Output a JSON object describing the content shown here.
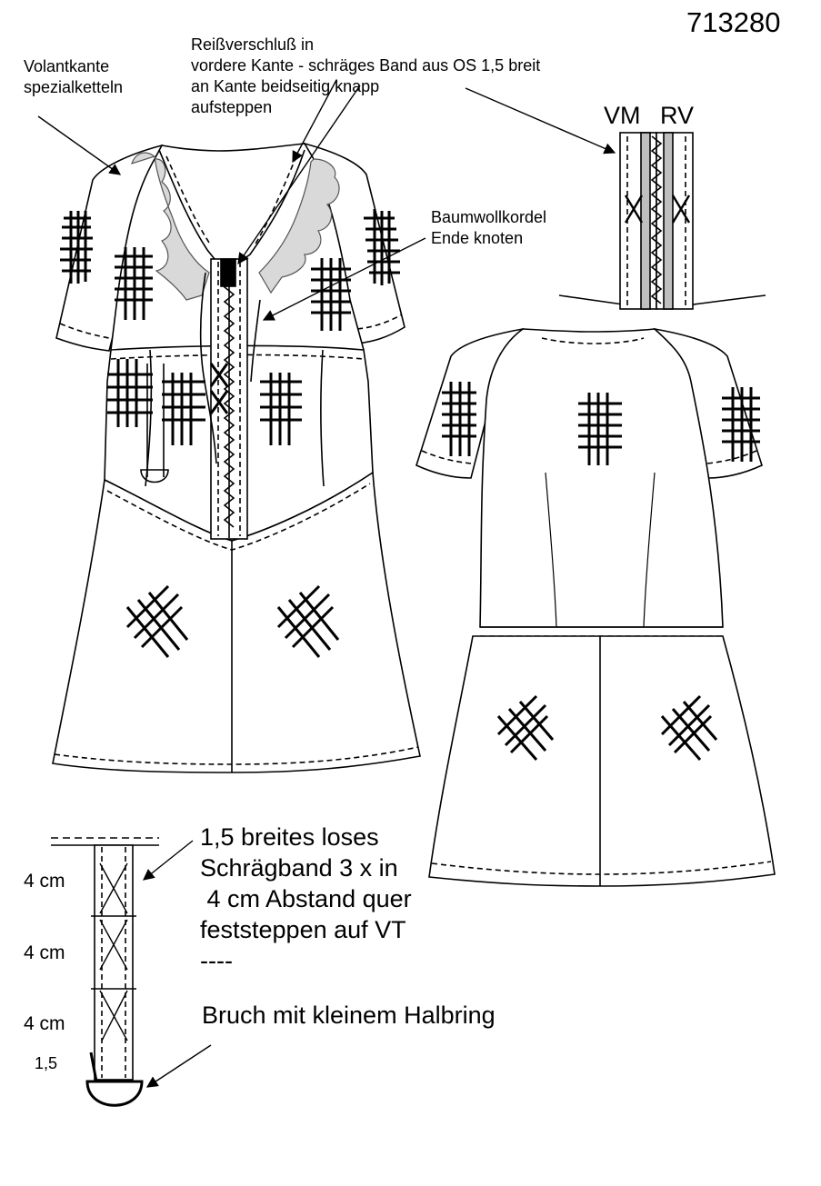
{
  "article_number": "713280",
  "notes": {
    "volant": [
      "Volantkante",
      "spezialketteln"
    ],
    "zipper": [
      "Reißverschluß in",
      "vordere Kante - schräges Band aus OS 1,5 breit",
      "an Kante beidseitig knapp",
      "aufsteppen"
    ],
    "cord": [
      "Baumwollkordel",
      "Ende knoten"
    ],
    "tape": [
      "1,5 breites loses",
      "Schrägband 3 x in",
      " 4 cm Abstand quer",
      "feststeppen auf VT",
      "----",
      "Bruch mit kleinem Halbring"
    ]
  },
  "detail_labels": {
    "vm": "VM",
    "rv": "RV"
  },
  "measurements": [
    "4 cm",
    "4 cm",
    "4 cm"
  ],
  "tape_width": "1,5",
  "colors": {
    "line": "#000000",
    "ruffle": "#d9d9d9",
    "paper": "#ffffff"
  }
}
